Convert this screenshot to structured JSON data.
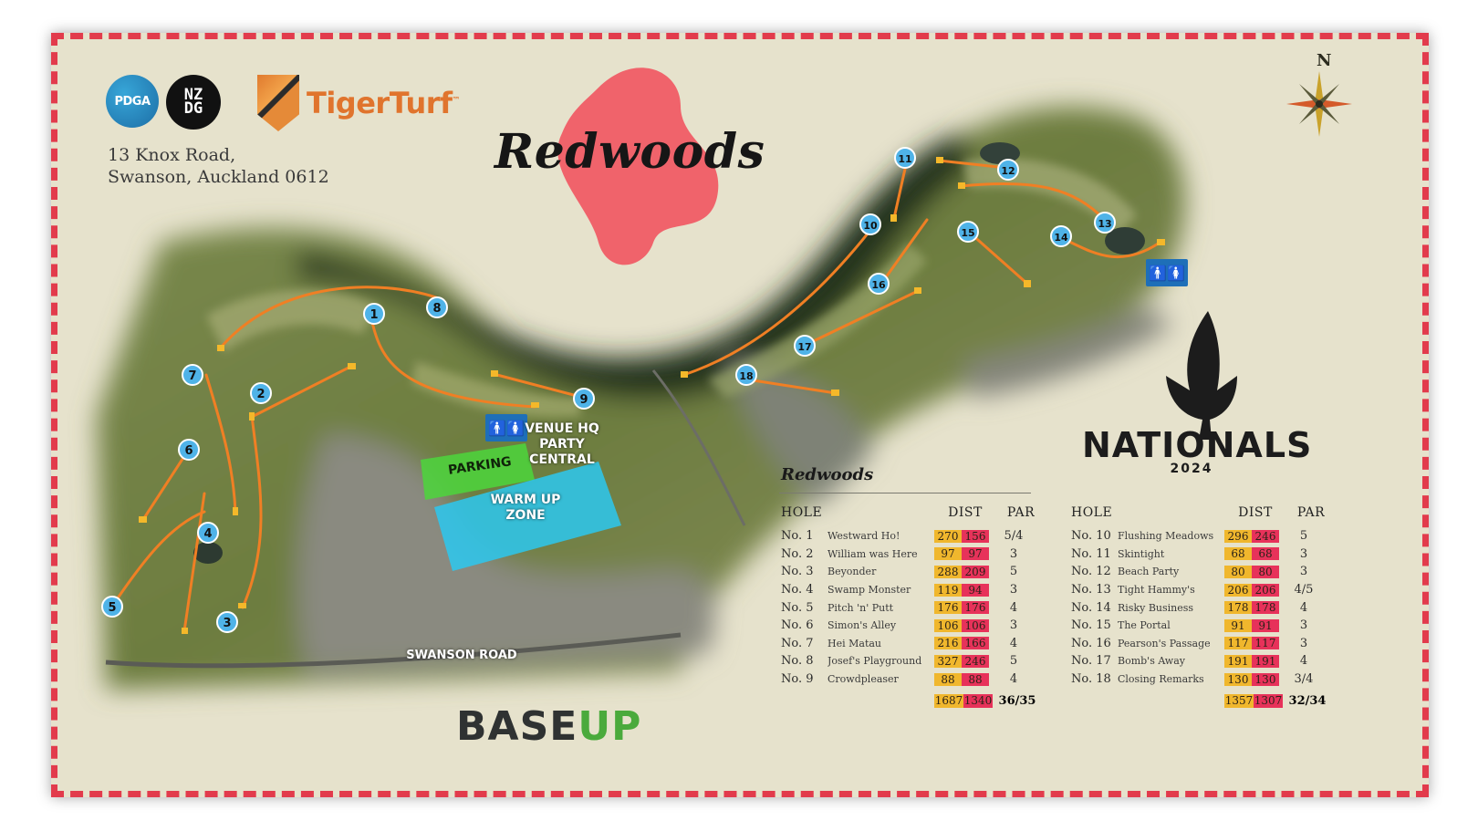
{
  "venue": {
    "title": "Redwoods",
    "address_line1": "13 Knox Road,",
    "address_line2": "Swanson, Auckland 0612"
  },
  "logos": {
    "pdga": "PDGA",
    "nzdg_line1": "NZ",
    "nzdg_line2": "DG",
    "tigerturf": "TigerTurf",
    "tigerturf_tm": "™",
    "baseup_a": "BASE",
    "baseup_b": "UP"
  },
  "event": {
    "name": "NATIONALS",
    "year": "2024"
  },
  "compass": {
    "north": "N"
  },
  "map": {
    "labels": {
      "venue_hq": "VENUE HQ",
      "party_central": "PARTY CENTRAL",
      "parking": "PARKING",
      "warm_up_1": "WARM UP",
      "warm_up_2": "ZONE",
      "road": "SWANSON ROAD"
    },
    "hole_markers": [
      "1",
      "2",
      "3",
      "4",
      "5",
      "6",
      "7",
      "8",
      "9",
      "10",
      "11",
      "12",
      "13",
      "14",
      "15",
      "16",
      "17",
      "18"
    ],
    "restroom_icon": "restroom-icon",
    "colors": {
      "marker": "#4fb3e8",
      "path": "#f07f24",
      "tee": "#f4b82a",
      "parking": "#4cd63c",
      "warmup": "#2bc8f0"
    }
  },
  "scorecard": {
    "title": "Redwoods",
    "headers": {
      "hole": "HOLE",
      "dist": "DIST",
      "par": "PAR"
    },
    "front": [
      {
        "no": "No. 1",
        "name": "Westward Ho!",
        "d1": "270",
        "d2": "156",
        "par": "5/4"
      },
      {
        "no": "No. 2",
        "name": "William was Here",
        "d1": "97",
        "d2": "97",
        "par": "3"
      },
      {
        "no": "No. 3",
        "name": "Beyonder",
        "d1": "288",
        "d2": "209",
        "par": "5"
      },
      {
        "no": "No. 4",
        "name": "Swamp Monster",
        "d1": "119",
        "d2": "94",
        "par": "3"
      },
      {
        "no": "No. 5",
        "name": "Pitch 'n' Putt",
        "d1": "176",
        "d2": "176",
        "par": "4"
      },
      {
        "no": "No. 6",
        "name": "Simon's Alley",
        "d1": "106",
        "d2": "106",
        "par": "3"
      },
      {
        "no": "No. 7",
        "name": "Hei Matau",
        "d1": "216",
        "d2": "166",
        "par": "4"
      },
      {
        "no": "No. 8",
        "name": "Josef's Playground",
        "d1": "327",
        "d2": "246",
        "par": "5"
      },
      {
        "no": "No. 9",
        "name": "Crowdpleaser",
        "d1": "88",
        "d2": "88",
        "par": "4"
      }
    ],
    "front_total": {
      "d1": "1687",
      "d2": "1340",
      "par": "36/35"
    },
    "back": [
      {
        "no": "No. 10",
        "name": "Flushing Meadows",
        "d1": "296",
        "d2": "246",
        "par": "5"
      },
      {
        "no": "No. 11",
        "name": "Skintight",
        "d1": "68",
        "d2": "68",
        "par": "3"
      },
      {
        "no": "No. 12",
        "name": "Beach Party",
        "d1": "80",
        "d2": "80",
        "par": "3"
      },
      {
        "no": "No. 13",
        "name": "Tight Hammy's",
        "d1": "206",
        "d2": "206",
        "par": "4/5"
      },
      {
        "no": "No. 14",
        "name": "Risky Business",
        "d1": "178",
        "d2": "178",
        "par": "4"
      },
      {
        "no": "No. 15",
        "name": "The Portal",
        "d1": "91",
        "d2": "91",
        "par": "3"
      },
      {
        "no": "No. 16",
        "name": "Pearson's Passage",
        "d1": "117",
        "d2": "117",
        "par": "3"
      },
      {
        "no": "No. 17",
        "name": "Bomb's Away",
        "d1": "191",
        "d2": "191",
        "par": "4"
      },
      {
        "no": "No. 18",
        "name": "Closing Remarks",
        "d1": "130",
        "d2": "130",
        "par": "3/4"
      }
    ],
    "back_total": {
      "d1": "1357",
      "d2": "1307",
      "par": "32/34"
    }
  }
}
